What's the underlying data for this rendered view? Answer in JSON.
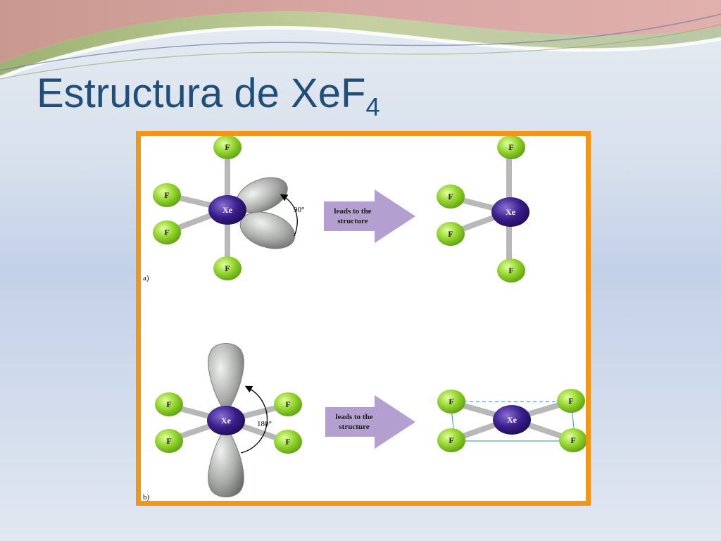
{
  "title": {
    "main": "Estructura de XeF",
    "subscript": "4"
  },
  "colors": {
    "title": "#1f4e7a",
    "frame": "#f39617",
    "xenon": "#3a1e8c",
    "fluorine": "#8fd22a",
    "lone_pair": "#a9aca9",
    "arrow": "#b39fd0",
    "square_outline": "#4aa8c8"
  },
  "figure": {
    "panel_a": {
      "tag": "a)",
      "center_atom": "Xe",
      "ligand": "F",
      "angle": "90°",
      "arrow_text_line1": "leads to the",
      "arrow_text_line2": "structure"
    },
    "panel_b": {
      "tag": "b)",
      "center_atom": "Xe",
      "ligand": "F",
      "angle": "180°",
      "arrow_text_line1": "leads to the",
      "arrow_text_line2": "structure"
    }
  }
}
